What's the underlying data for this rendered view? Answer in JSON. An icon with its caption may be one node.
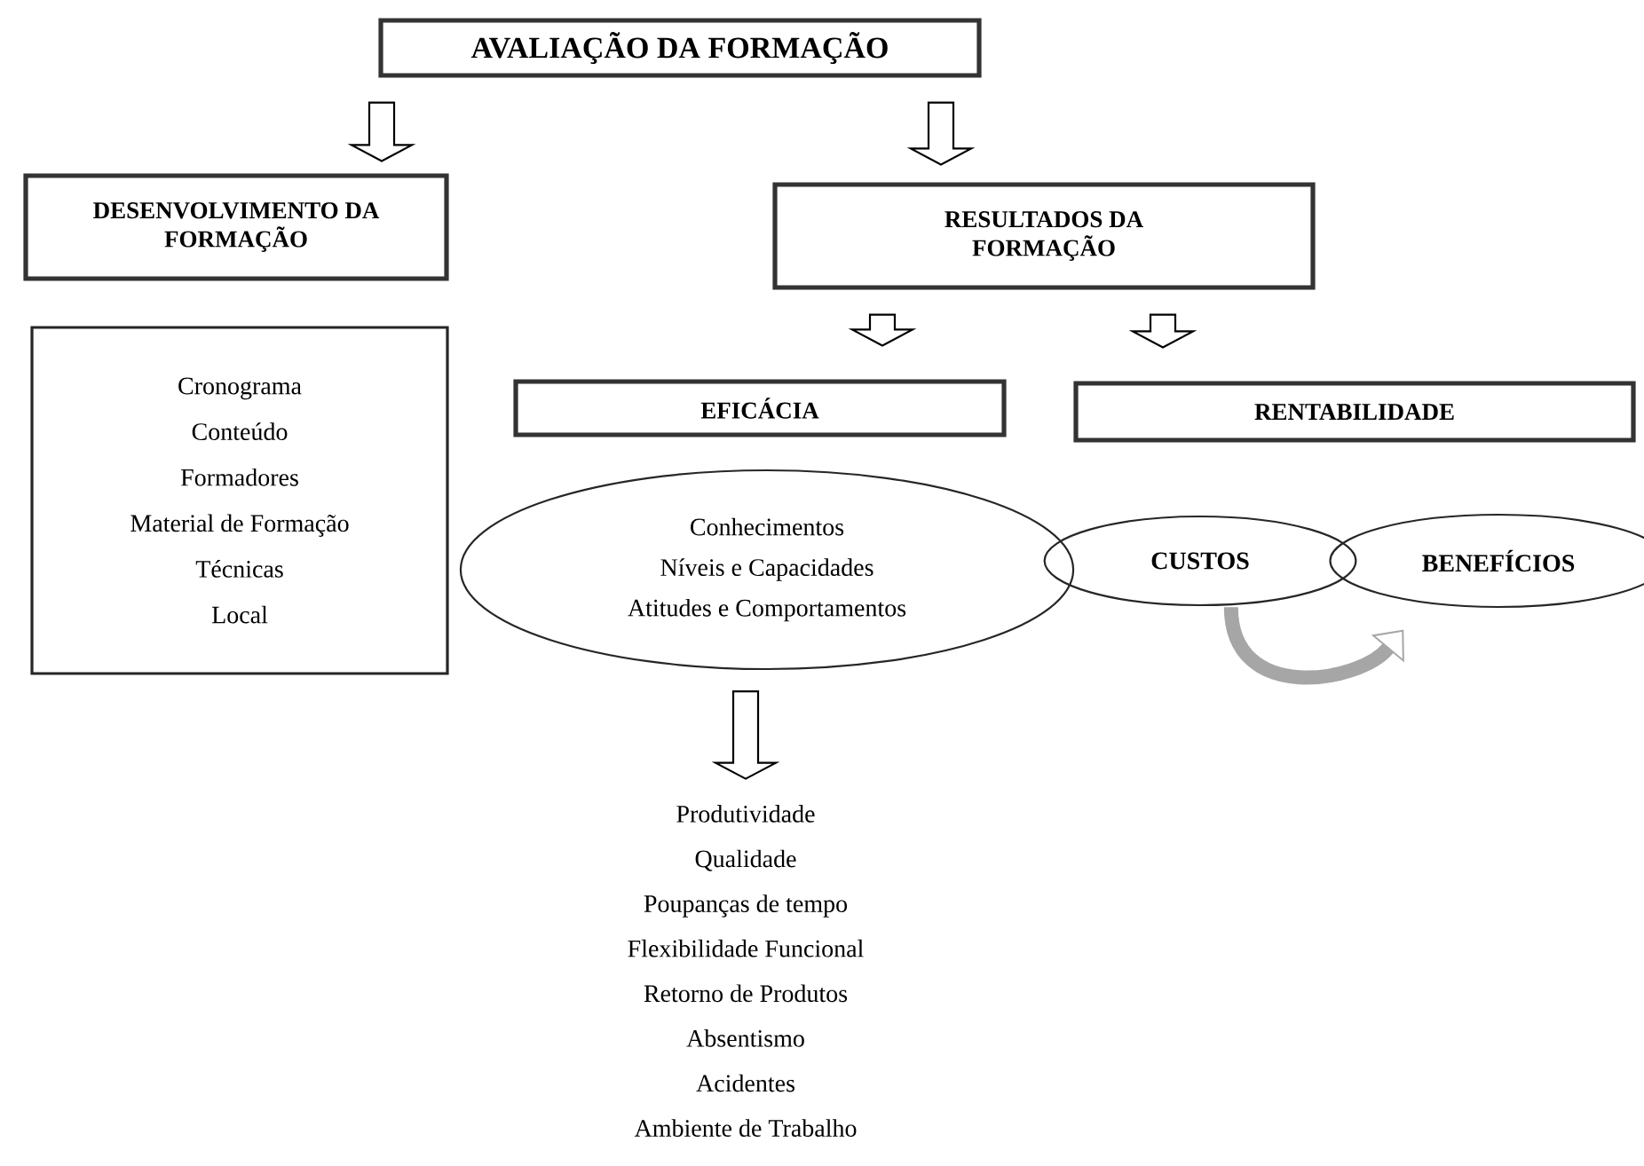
{
  "diagram": {
    "nodes": [
      {
        "text": [
          "AVALIAÇÃO DA FORMAÇÃO"
        ]
      },
      {
        "text": [
          "DESENVOLVIMENTO DA FORMAÇÃO"
        ]
      },
      {
        "text": [
          "Cronograma",
          "Conteúdo",
          "Formadores",
          "Material de Formação",
          "Técnicas",
          "Local"
        ]
      },
      {
        "text": [
          "RESULTADOS DA FORMAÇÃO"
        ]
      },
      {
        "text": [
          "EFICÁCIA"
        ]
      },
      {
        "text": [
          "RENTABILIDADE"
        ]
      },
      {
        "text": [
          "Conhecimentos",
          "Níveis e Capacidades",
          "Atitudes e Comportamentos"
        ]
      },
      {
        "text": [
          "CUSTOS"
        ]
      },
      {
        "text": [
          "BENEFÍCIOS"
        ]
      },
      {
        "text": [
          "Produtividade",
          "Qualidade",
          "Poupanças de tempo",
          "Flexibilidade Funcional",
          "Retorno de Produtos",
          "Absentismo",
          "Acidentes",
          "Ambiente de Trabalho"
        ]
      }
    ],
    "edges": [
      {
        "from": 0,
        "to": 1,
        "arrow": "to"
      },
      {
        "from": 0,
        "to": 3,
        "arrow": "to"
      },
      {
        "from": 3,
        "to": 4,
        "arrow": "to"
      },
      {
        "from": 3,
        "to": 5,
        "arrow": "to"
      },
      {
        "from": 6,
        "to": 9,
        "arrow": "to"
      },
      {
        "from": 7,
        "to": 8,
        "arrow": "to"
      }
    ]
  }
}
